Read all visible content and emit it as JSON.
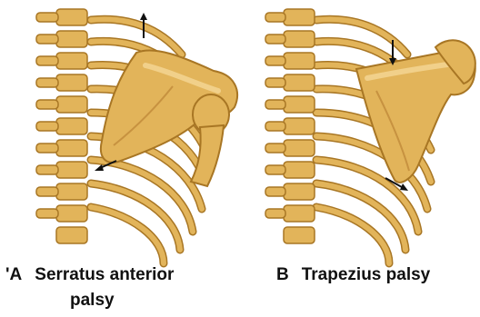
{
  "colors": {
    "bone_fill": "#E2B45A",
    "bone_highlight": "#F1D08A",
    "bone_outline": "#A87624",
    "arrow": "#111111",
    "text": "#111111"
  },
  "panels": [
    {
      "id": "A",
      "prefix": "'",
      "letter": "A",
      "caption_line1": "Serratus anterior",
      "caption_line2": "palsy"
    },
    {
      "id": "B",
      "prefix": "",
      "letter": "B",
      "caption_line1": "Trapezius palsy",
      "caption_line2": ""
    }
  ],
  "icons": [
    "up-arrow-icon",
    "down-arrow-icon",
    "diagonal-arrow-icon"
  ]
}
